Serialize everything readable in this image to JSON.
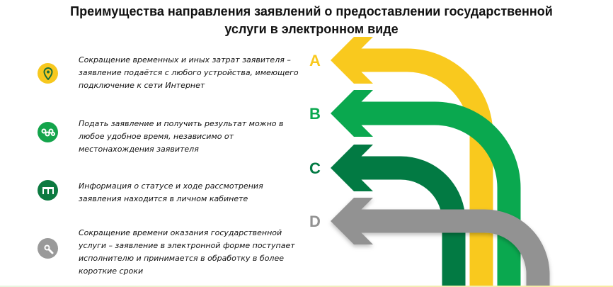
{
  "title": {
    "line1": "Преимущества направления заявлений о предоставлении государственной",
    "line2": "услуги в электронном виде"
  },
  "items": [
    {
      "icon": "location-pin-icon",
      "color": "#f7c81e",
      "text": "Сокращение временных и иных затрат заявителя – заявление подаётся с любого устройства, имеющего подключение к сети Интернет"
    },
    {
      "icon": "handshake-icon",
      "color": "#13a44b",
      "text": "Подать заявление и получить результат можно в любое удобное время, независимо от местонахождения заявителя"
    },
    {
      "icon": "open-book-icon",
      "color": "#0c7a40",
      "text": "Информация о статусе и ходе рассмотрения заявления находится в личном кабинете"
    },
    {
      "icon": "magnifier-icon",
      "color": "#9a9a9a",
      "text": "Сокращение времени оказания государственной услуги – заявление в электронной форме поступает исполнителю и принимается в обработку в более короткие сроки"
    }
  ],
  "arrows": [
    {
      "letter": "A",
      "color": "#f9c91e"
    },
    {
      "letter": "B",
      "color": "#0aa84f"
    },
    {
      "letter": "C",
      "color": "#027a43"
    },
    {
      "letter": "D",
      "color": "#929292"
    }
  ]
}
